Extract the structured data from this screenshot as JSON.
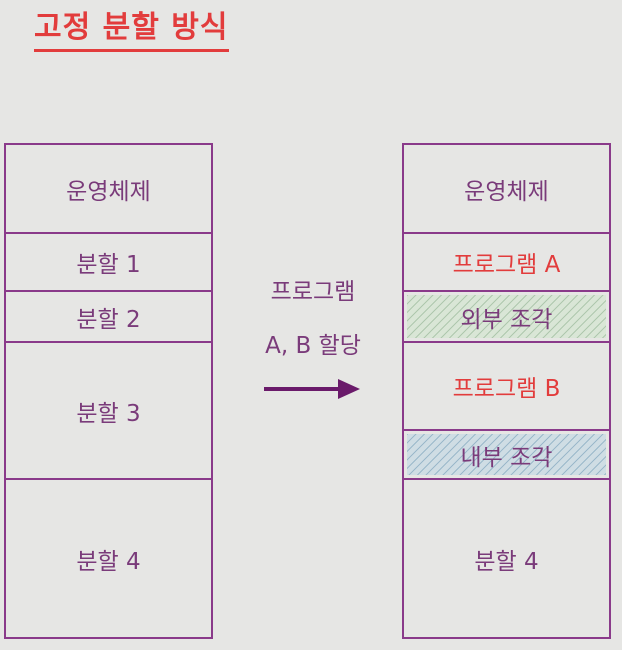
{
  "title": "고정 분할 방식",
  "left_memory": {
    "blocks": [
      {
        "label": "운영체제"
      },
      {
        "label": "분할 1"
      },
      {
        "label": "분할 2"
      },
      {
        "label": "분할 3"
      },
      {
        "label": "분할 4"
      }
    ]
  },
  "right_memory": {
    "blocks": [
      {
        "label": "운영체제",
        "kind": "os"
      },
      {
        "label": "프로그램 A",
        "kind": "program"
      },
      {
        "label": "외부 조각",
        "kind": "external-fragment"
      },
      {
        "label": "프로그램 B",
        "kind": "program"
      },
      {
        "label": "내부 조각",
        "kind": "internal-fragment"
      },
      {
        "label": "분할 4",
        "kind": "partition"
      }
    ]
  },
  "arrow_caption": {
    "line1": "프로그램",
    "line2": "A, B 할당"
  },
  "colors": {
    "title": "#e23c3c",
    "border": "#8a3a8a",
    "text": "#7a3b7a",
    "program_text": "#e23c3c",
    "arrow": "#6a1a6a",
    "external_fragment_fill": "#d9e6d6",
    "internal_fragment_fill": "#cfdde4"
  }
}
